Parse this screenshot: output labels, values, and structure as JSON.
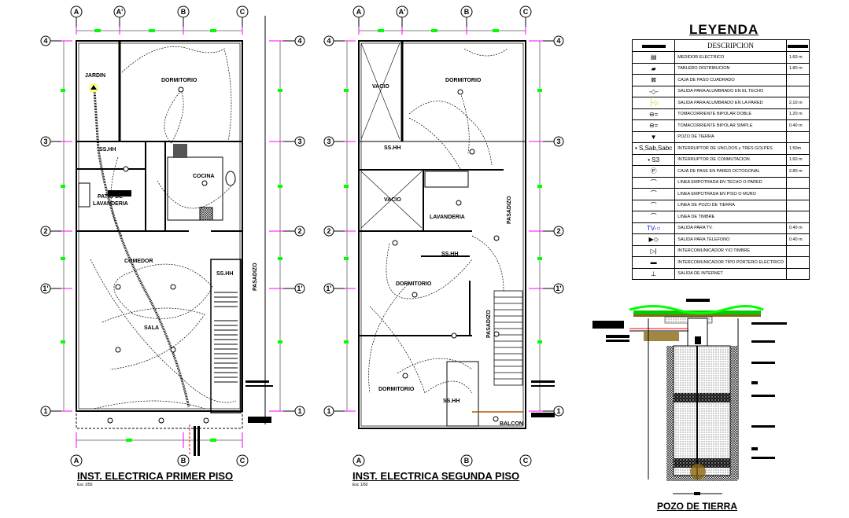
{
  "floor1": {
    "title": "INST. ELECTRICA PRIMER PISO",
    "scale": "Esc 1/50",
    "columns": [
      "A",
      "A'",
      "B",
      "C"
    ],
    "columns_bottom": [
      "A",
      "B",
      "C"
    ],
    "rows": [
      "4",
      "3",
      "2",
      "1'",
      "1"
    ],
    "rooms": {
      "jardin": "JARDIN",
      "dormitorio": "DORMITORIO",
      "sshh": "SS.HH",
      "lavanderia_1": "PATIO DE",
      "lavanderia_2": "LAVANDERIA",
      "cocina": "COCINA",
      "comedor": "COMEDOR",
      "sala": "SALA",
      "sshh2": "SS.HH",
      "pasadizo": "PASADIZO"
    }
  },
  "floor2": {
    "title": "INST. ELECTRICA SEGUNDA PISO",
    "scale": "Esc 1/50",
    "columns": [
      "A",
      "A'",
      "B",
      "C"
    ],
    "columns_bottom": [
      "A",
      "B",
      "C"
    ],
    "rows": [
      "4",
      "3",
      "2",
      "1'",
      "1"
    ],
    "rooms": {
      "vacio1": "VACIO",
      "dormitorio1": "DORMITORIO",
      "sshh1": "SS.HH",
      "vacio2": "VACIO",
      "lavanderia": "LAVANDERIA",
      "sshh2": "SS.HH",
      "dormitorio2": "DORMITORIO",
      "pasadizo1": "PASADIZO",
      "pasadizo2": "PASADIZO",
      "dormitorio3": "DORMITORIO",
      "sshh3": "SS.HH",
      "balcon": "BALCON"
    }
  },
  "legend": {
    "title": "LEYENDA",
    "header": "DESCRIPCION",
    "items": [
      {
        "icon": "electric-meter-icon",
        "glyph": "▤",
        "desc": "MEDIDOR ELECTRICO",
        "value": "1.60 m"
      },
      {
        "icon": "distribution-board-icon",
        "glyph": "▰",
        "desc": "TABLERO DISTRIBUCION",
        "value": "1.80 m"
      },
      {
        "icon": "junction-box-icon",
        "glyph": "⊠",
        "desc": "CAJA DE PASO CUADRADO",
        "value": ""
      },
      {
        "icon": "ceiling-light-icon",
        "glyph": "-◇-",
        "desc": "SALIDA PARA ALUMBRADO EN EL TECHO",
        "value": ""
      },
      {
        "icon": "wall-light-icon",
        "glyph": "├◇",
        "desc": "SALIDA PARA ALUMBRADO EN LA PARED",
        "value": "2.10 m"
      },
      {
        "icon": "double-outlet-icon",
        "glyph": "⊖=",
        "desc": "TOMACORRIENTE BIPOLAR DOBLE",
        "value": "1.20 m"
      },
      {
        "icon": "single-outlet-icon",
        "glyph": "⊖=",
        "desc": "TOMACORRIENTE BIPOLAR SIMPLE",
        "value": "0.40 m"
      },
      {
        "icon": "ground-well-icon",
        "glyph": "▼",
        "desc": "POZO DE TIERRA",
        "value": ""
      },
      {
        "icon": "switch-icon",
        "glyph": "• S,Sab,Sabc",
        "desc": "INTERRUPTOR DE UNO,DOS y TRES GOLPES",
        "value": "1.50m"
      },
      {
        "icon": "commutator-switch-icon",
        "glyph": "• S3",
        "desc": "INTERRUPTOR DE CONMUTACION",
        "value": "1.60 m"
      },
      {
        "icon": "octagonal-box-icon",
        "glyph": "Ⓟ",
        "desc": "CAJA DE PASE EN PARED OCTOGONAL",
        "value": "2.80 m"
      },
      {
        "icon": "ceiling-wall-line-icon",
        "glyph": "⌒",
        "desc": "LINEA EMPOTRADA EN TECHO O PARED",
        "value": ""
      },
      {
        "icon": "floor-line-icon",
        "glyph": "⌒",
        "desc": "LINEA EMPOTRADA EN PISO O MURO",
        "value": ""
      },
      {
        "icon": "ground-line-icon",
        "glyph": "⌒",
        "desc": "LINEA DE POZO DE TIERRA",
        "value": ""
      },
      {
        "icon": "bell-line-icon",
        "glyph": "⌒",
        "desc": "LINEA DE TIMBRE",
        "value": ""
      },
      {
        "icon": "tv-outlet-icon",
        "glyph": "TV-○",
        "desc": "SALIDA PARA TV.",
        "value": "0.40 m"
      },
      {
        "icon": "phone-outlet-icon",
        "glyph": "▶◇",
        "desc": "SALIDA PARA TELEFONO",
        "value": "0.40 m"
      },
      {
        "icon": "intercom-bell-icon",
        "glyph": "▷|",
        "desc": "INTERCOMUNICADOR Y/O TIMBRE",
        "value": ""
      },
      {
        "icon": "door-intercom-icon",
        "glyph": "▬",
        "desc": "INTERCOMUNICADOR TIPO PORTERO ELECTRICO",
        "value": ""
      },
      {
        "icon": "internet-outlet-icon",
        "glyph": "⊥",
        "desc": "SALIDA DE INTERNET",
        "value": ""
      }
    ]
  },
  "ground_well": {
    "title": "POZO DE TIERRA"
  },
  "colors": {
    "grid_tick": "#ff00ff",
    "dimension_marker": "#00ff00",
    "dimension_line": "#808080",
    "ground_light": "#ffff00",
    "grass": "#00ff00",
    "soil": "#8b6914",
    "tv_box": "#0000ff"
  }
}
